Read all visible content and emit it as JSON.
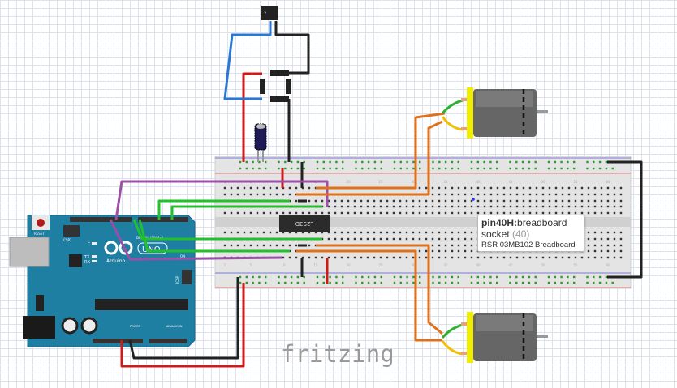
{
  "tooltip": {
    "pin": "pin40H:",
    "part": "breadboard",
    "type": "socket",
    "count": "(40)",
    "title": "RSR 03MB102 Breadboard"
  },
  "chip": {
    "label": "L293D"
  },
  "logo": {
    "text": "fritzing"
  },
  "sensor": {
    "label": "?"
  },
  "arduino": {
    "reset": "RESET",
    "icsp2": "ICSP2",
    "icsp": "ICSP",
    "led_l": "L",
    "tx": "TX",
    "rx": "RX",
    "brand": "Arduino",
    "model": "UNO",
    "on": "ON",
    "power": "POWER",
    "analog": "ANALOG IN",
    "digital": "DIGITAL (PWM~)"
  },
  "breadboard": {
    "column_labels": [
      "1",
      "5",
      "10",
      "15",
      "20",
      "25",
      "30",
      "35",
      "40",
      "45",
      "50",
      "55",
      "60"
    ]
  },
  "colors": {
    "wire_red": "#cc1b1b",
    "wire_black": "#222222",
    "wire_blue": "#2a78d4",
    "wire_green": "#22c02a",
    "wire_purple": "#9b4fa6",
    "wire_orange": "#e0701a",
    "arduino": "#1f7fa3",
    "motor_cap": "#f0ee00"
  }
}
